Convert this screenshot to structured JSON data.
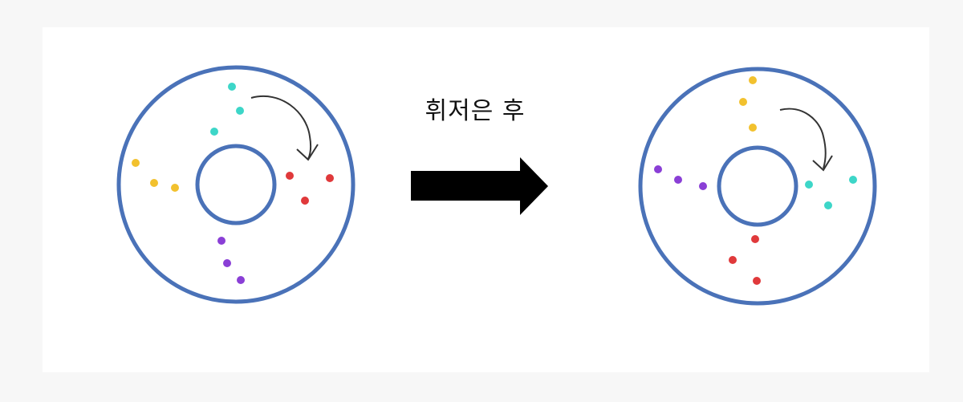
{
  "caption": "휘저은 후",
  "colors": {
    "ring": "#4a72b8",
    "arrow": "#000000",
    "curve": "#333333",
    "cyan": "#3dd6c8",
    "red": "#e0393b",
    "yellow": "#f2c12e",
    "purple": "#8a3fd6"
  },
  "before": {
    "groups": [
      {
        "color": "cyan",
        "points": 3
      },
      {
        "color": "red",
        "points": 3
      },
      {
        "color": "yellow",
        "points": 3
      },
      {
        "color": "purple",
        "points": 3
      }
    ]
  },
  "after": {
    "groups": [
      {
        "color": "yellow",
        "points": 3
      },
      {
        "color": "cyan",
        "points": 3
      },
      {
        "color": "red",
        "points": 3
      },
      {
        "color": "purple",
        "points": 3
      }
    ]
  },
  "icons": {
    "rotation_marker": "curved-arrow-icon",
    "transition": "right-arrow-icon"
  }
}
